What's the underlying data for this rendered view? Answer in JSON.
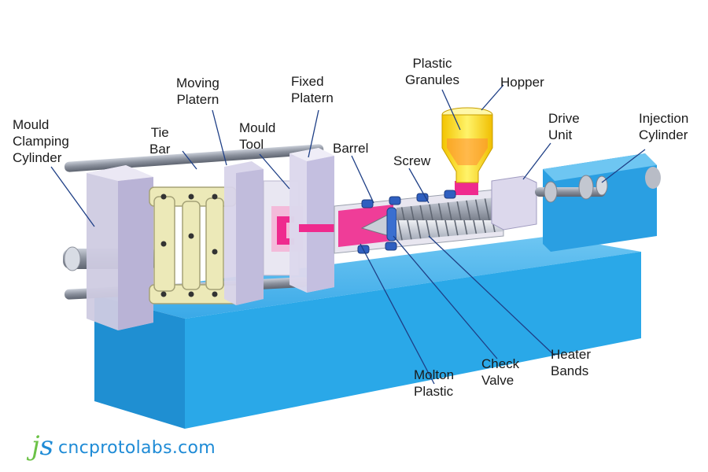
{
  "labels": {
    "mould_clamping_cylinder": [
      "Mould",
      "Clamping",
      "Cylinder"
    ],
    "tie_bar": [
      "Tie",
      "Bar"
    ],
    "moving_platern": [
      "Moving",
      "Platern"
    ],
    "mould_tool": [
      "Mould",
      "Tool"
    ],
    "fixed_platern": [
      "Fixed",
      "Platern"
    ],
    "barrel": [
      "Barrel"
    ],
    "screw": [
      "Screw"
    ],
    "plastic_granules": [
      "Plastic",
      "Granules"
    ],
    "hopper": [
      "Hopper"
    ],
    "drive_unit": [
      "Drive",
      "Unit"
    ],
    "injection_cylinder": [
      "Injection",
      "Cylinder"
    ],
    "molton_plastic": [
      "Molton",
      "Plastic"
    ],
    "check_valve": [
      "Check",
      "Valve"
    ],
    "heater_bands": [
      "Heater",
      "Bands"
    ]
  },
  "watermark": {
    "mark": "JS",
    "text": "cncprotolabs.com"
  },
  "colors": {
    "base_blue": "#2aa8e8",
    "molten_pink": "#ef2a8e",
    "hopper_yellow": "#ffe94a",
    "frame_lavender": "#dcd8ec",
    "toggle_beige": "#ece9b8",
    "logo_green": "#6cc247",
    "logo_blue": "#1e8bd6"
  }
}
